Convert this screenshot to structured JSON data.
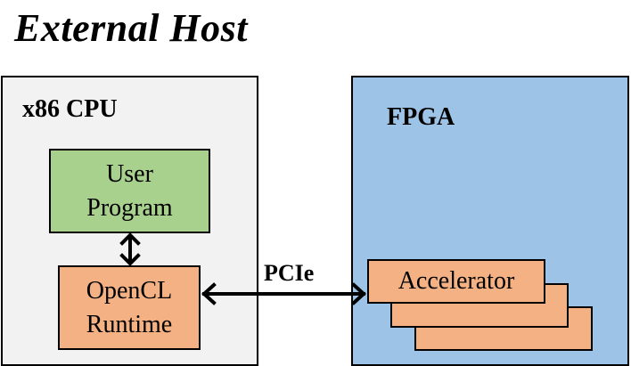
{
  "diagram": {
    "title": "External Host",
    "cpu": {
      "label": "x86 CPU"
    },
    "user_program": {
      "line1": "User",
      "line2": "Program"
    },
    "opencl_runtime": {
      "line1": "OpenCL",
      "line2": "Runtime"
    },
    "fpga": {
      "label": "FPGA"
    },
    "accelerator": {
      "label": "Accelerator"
    },
    "link": {
      "label": "PCIe"
    },
    "colors": {
      "cpu_fill": "#f2f2f2",
      "fpga_fill": "#9dc3e6",
      "user_program_fill": "#a9d18e",
      "runtime_fill": "#f4b183",
      "accelerator_fill": "#f4b183"
    }
  }
}
